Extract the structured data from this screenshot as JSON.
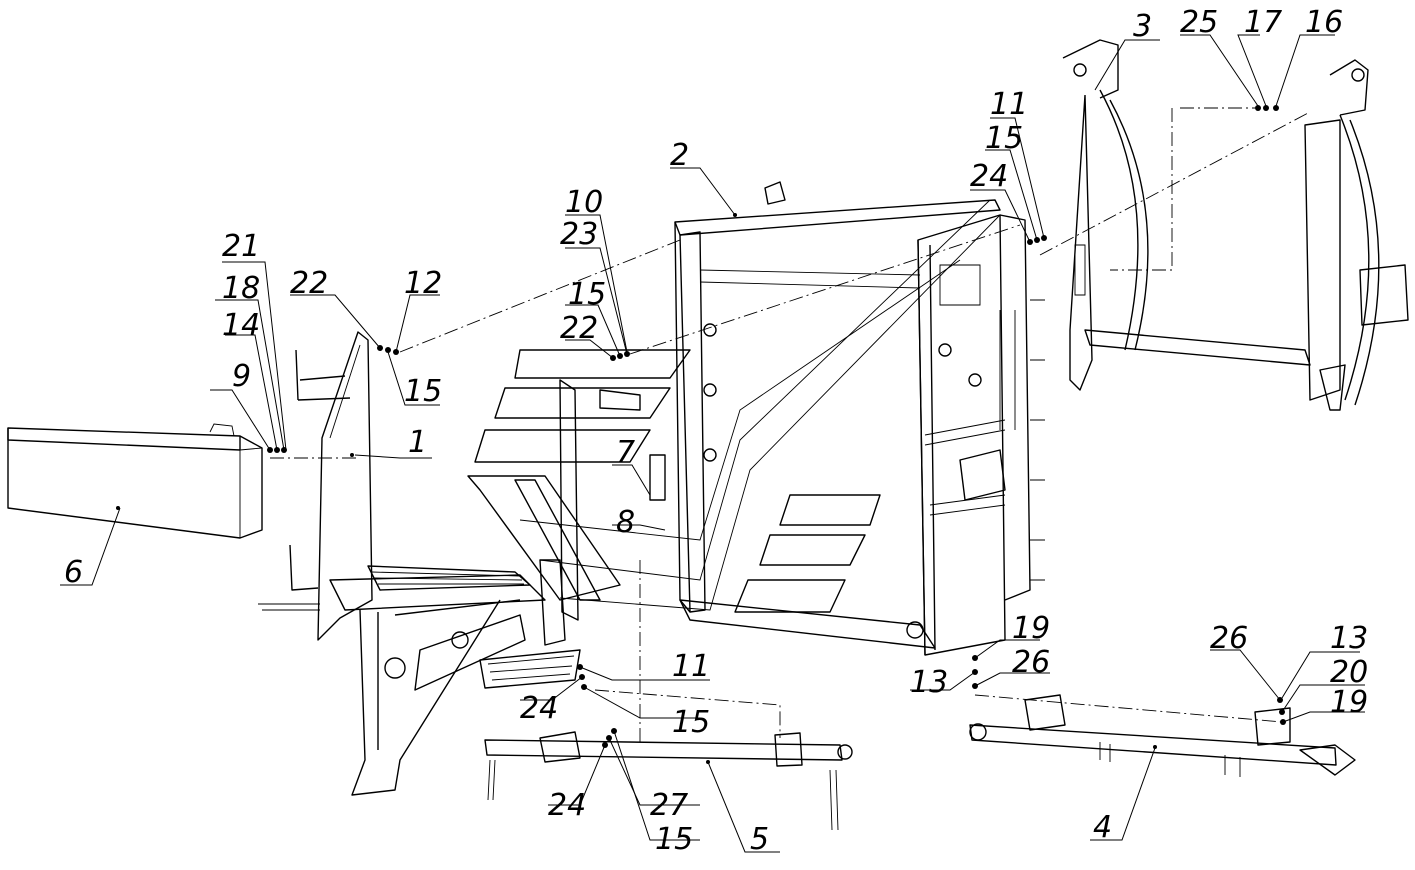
{
  "callouts": [
    {
      "id": "c1",
      "text": "1"
    },
    {
      "id": "c2",
      "text": "2"
    },
    {
      "id": "c3",
      "text": "3"
    },
    {
      "id": "c4",
      "text": "4"
    },
    {
      "id": "c5",
      "text": "5"
    },
    {
      "id": "c6",
      "text": "6"
    },
    {
      "id": "c7",
      "text": "7"
    },
    {
      "id": "c8",
      "text": "8"
    },
    {
      "id": "c9",
      "text": "9"
    },
    {
      "id": "c10",
      "text": "10"
    },
    {
      "id": "c11a",
      "text": "11"
    },
    {
      "id": "c11b",
      "text": "11"
    },
    {
      "id": "c12",
      "text": "12"
    },
    {
      "id": "c13a",
      "text": "13"
    },
    {
      "id": "c13b",
      "text": "13"
    },
    {
      "id": "c14",
      "text": "14"
    },
    {
      "id": "c15a",
      "text": "15"
    },
    {
      "id": "c15b",
      "text": "15"
    },
    {
      "id": "c15c",
      "text": "15"
    },
    {
      "id": "c15d",
      "text": "15"
    },
    {
      "id": "c15e",
      "text": "15"
    },
    {
      "id": "c16",
      "text": "16"
    },
    {
      "id": "c17",
      "text": "17"
    },
    {
      "id": "c18",
      "text": "18"
    },
    {
      "id": "c19a",
      "text": "19"
    },
    {
      "id": "c19b",
      "text": "19"
    },
    {
      "id": "c20",
      "text": "20"
    },
    {
      "id": "c21",
      "text": "21"
    },
    {
      "id": "c22a",
      "text": "22"
    },
    {
      "id": "c22b",
      "text": "22"
    },
    {
      "id": "c23",
      "text": "23"
    },
    {
      "id": "c24a",
      "text": "24"
    },
    {
      "id": "c24b",
      "text": "24"
    },
    {
      "id": "c24c",
      "text": "24"
    },
    {
      "id": "c25",
      "text": "25"
    },
    {
      "id": "c26a",
      "text": "26"
    },
    {
      "id": "c26b",
      "text": "26"
    },
    {
      "id": "c27",
      "text": "27"
    }
  ],
  "colors": {
    "line": "#000000",
    "background": "#ffffff"
  }
}
